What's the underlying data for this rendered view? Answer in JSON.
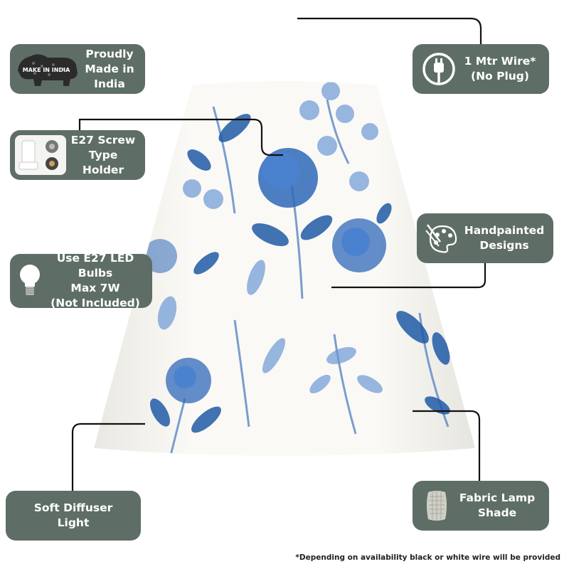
{
  "colors": {
    "pill_bg": "#5e6e66",
    "pill_text": "#ffffff",
    "flower_blue": "#2f68b8",
    "shade": "#f5f4ef"
  },
  "features": {
    "make_in_india": {
      "icon": "make-in-india-lion-logo",
      "logo_text": "MAKE IN INDIA",
      "lines": [
        "Proudly",
        "Made in",
        "India"
      ]
    },
    "wire": {
      "icon": "plug-icon",
      "lines": [
        "1 Mtr Wire*",
        "(No Plug)"
      ]
    },
    "holder": {
      "icon": "lamp-holder-icon",
      "lines": [
        "E27 Screw",
        "Type Holder"
      ]
    },
    "handpainted": {
      "icon": "paint-palette-icon",
      "lines": [
        "Handpainted",
        "Designs"
      ]
    },
    "bulb": {
      "icon": "bulb-icon",
      "lines": [
        "Use E27 LED Bulbs",
        "Max 7W",
        "(Not Included)"
      ]
    },
    "diffuser": {
      "lines": [
        "Soft Diffuser",
        "Light"
      ]
    },
    "fabric": {
      "icon": "fabric-swatch-icon",
      "lines": [
        "Fabric Lamp",
        "Shade"
      ]
    }
  },
  "footnote": "*Depending on availability black or white wire will be provided"
}
